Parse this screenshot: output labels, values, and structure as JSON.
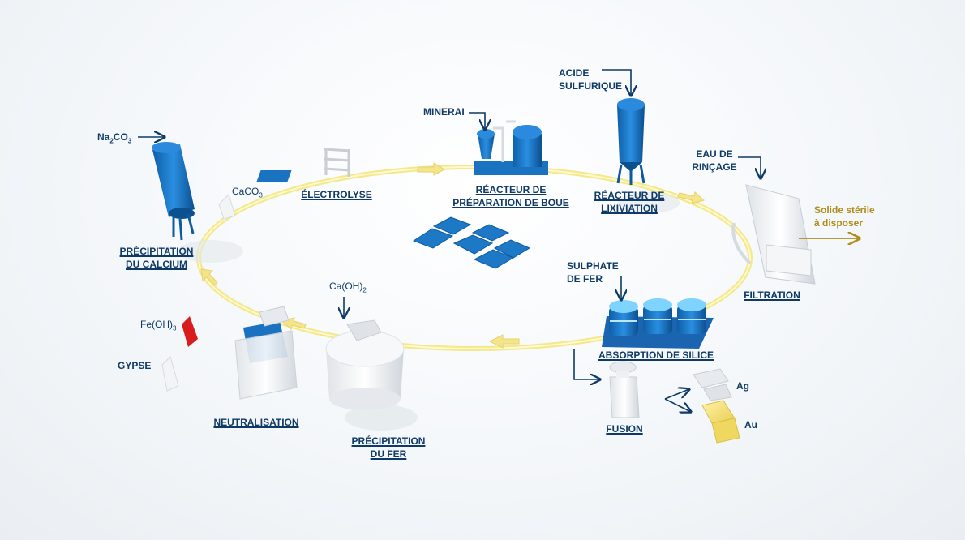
{
  "stations": {
    "precip_calcium": [
      "PRÉCIPITATION",
      "DU CALCIUM"
    ],
    "electrolyse": "ÉLECTROLYSE",
    "reacteur_boue": [
      "RÉACTEUR DE",
      "PRÉPARATION DE BOUE"
    ],
    "reacteur_lix": [
      "RÉACTEUR DE",
      "LIXIVIATION"
    ],
    "filtration": "FILTRATION",
    "absorption": "ABSORPTION DE SILICE",
    "fusion": "FUSION",
    "precip_fer": [
      "PRÉCIPITATION",
      "DU FER"
    ],
    "neutralisation": "NEUTRALISATION"
  },
  "inputs": {
    "minerai": "MINERAI",
    "acide": [
      "ACIDE",
      "SULFURIQUE"
    ],
    "eau": [
      "EAU DE",
      "RINÇAGE"
    ],
    "sulphate": [
      "SULPHATE",
      "DE FER"
    ]
  },
  "chemicals": {
    "na2co3": {
      "main": "Na",
      "sub1": "2",
      "mid": "CO",
      "sub2": "3"
    },
    "caco3": {
      "main": "CaCO",
      "sub": "3"
    },
    "caoh2": {
      "main": "Ca(OH)",
      "sub": "2"
    },
    "feoh3": {
      "main": "Fe(OH)",
      "sub": "3"
    },
    "gypse": "GYPSE"
  },
  "outputs": {
    "solide": [
      "Solide stérile",
      "à disposer"
    ],
    "ag": "Ag",
    "au": "Au"
  },
  "colors": {
    "label": "#0f3a66",
    "equipment_blue": "#1a73c1",
    "ring": "#f3e88a",
    "gold_text": "#b08d1a",
    "red": "#d81d1d"
  }
}
